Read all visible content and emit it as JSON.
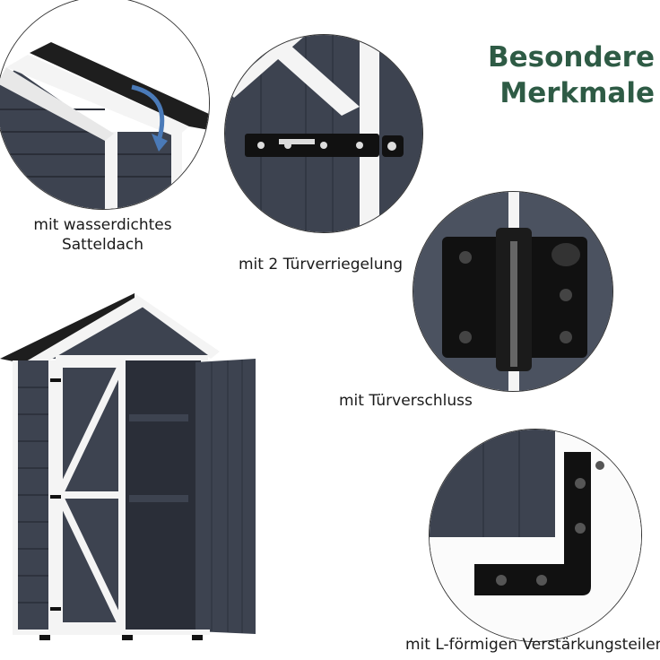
{
  "heading": {
    "line1": "Besondere",
    "line2": "Merkmale"
  },
  "features": [
    {
      "caption_line1": "mit wasserdichtes",
      "caption_line2": "Satteldach",
      "icon": "roof-closeup"
    },
    {
      "caption": "mit 2 Türverriegelung",
      "icon": "barrel-bolt"
    },
    {
      "caption": "mit Türverschluss",
      "icon": "door-latch"
    },
    {
      "caption": "mit L-förmigen Verstärkungsteilen",
      "icon": "l-bracket"
    }
  ],
  "colors": {
    "heading": "#2e5b45",
    "wood": "#3d4350",
    "wood_dark": "#2a2e38",
    "trim": "#f4f4f4",
    "roof": "#1e1e1e",
    "metal": "#111111"
  }
}
